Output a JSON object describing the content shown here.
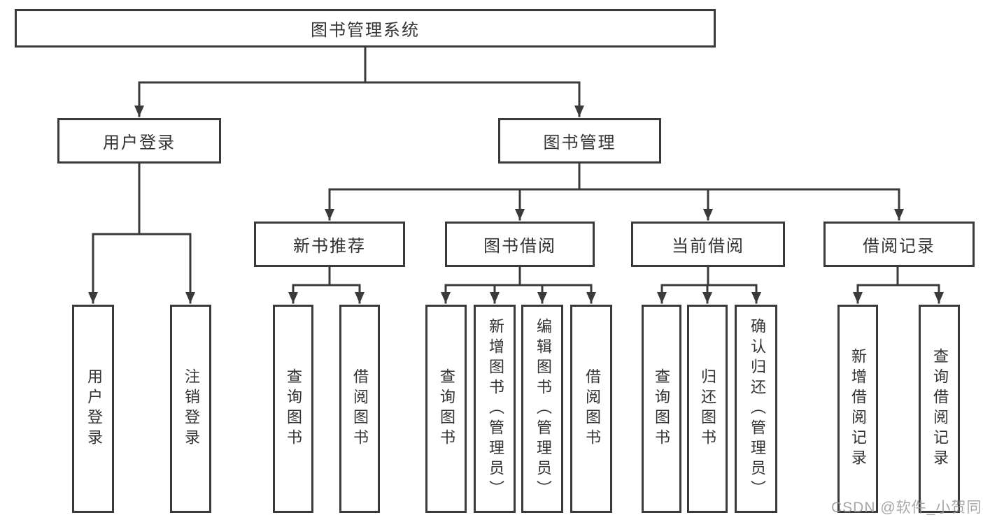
{
  "diagram": {
    "title": "图书管理系统",
    "branches": [
      {
        "label": "用户登录",
        "children": [
          "用户登录",
          "注销登录"
        ]
      },
      {
        "label": "图书管理",
        "sections": [
          {
            "label": "新书推荐",
            "children": [
              "查询图书",
              "借阅图书"
            ]
          },
          {
            "label": "图书借阅",
            "children": [
              "查询图书",
              "新增图书（管理员）",
              "编辑图书（管理员）",
              "借阅图书"
            ]
          },
          {
            "label": "当前借阅",
            "children": [
              "查询图书",
              "归还图书",
              "确认归还（管理员）"
            ]
          },
          {
            "label": "借阅记录",
            "children": [
              "新增借阅记录",
              "查询借阅记录"
            ]
          }
        ]
      }
    ]
  },
  "watermark": {
    "text": "CSDN @软件_小贺同学"
  },
  "colors": {
    "line": "#3a3a3a",
    "text": "#333333",
    "background": "#ffffff",
    "watermark": "#989898"
  }
}
